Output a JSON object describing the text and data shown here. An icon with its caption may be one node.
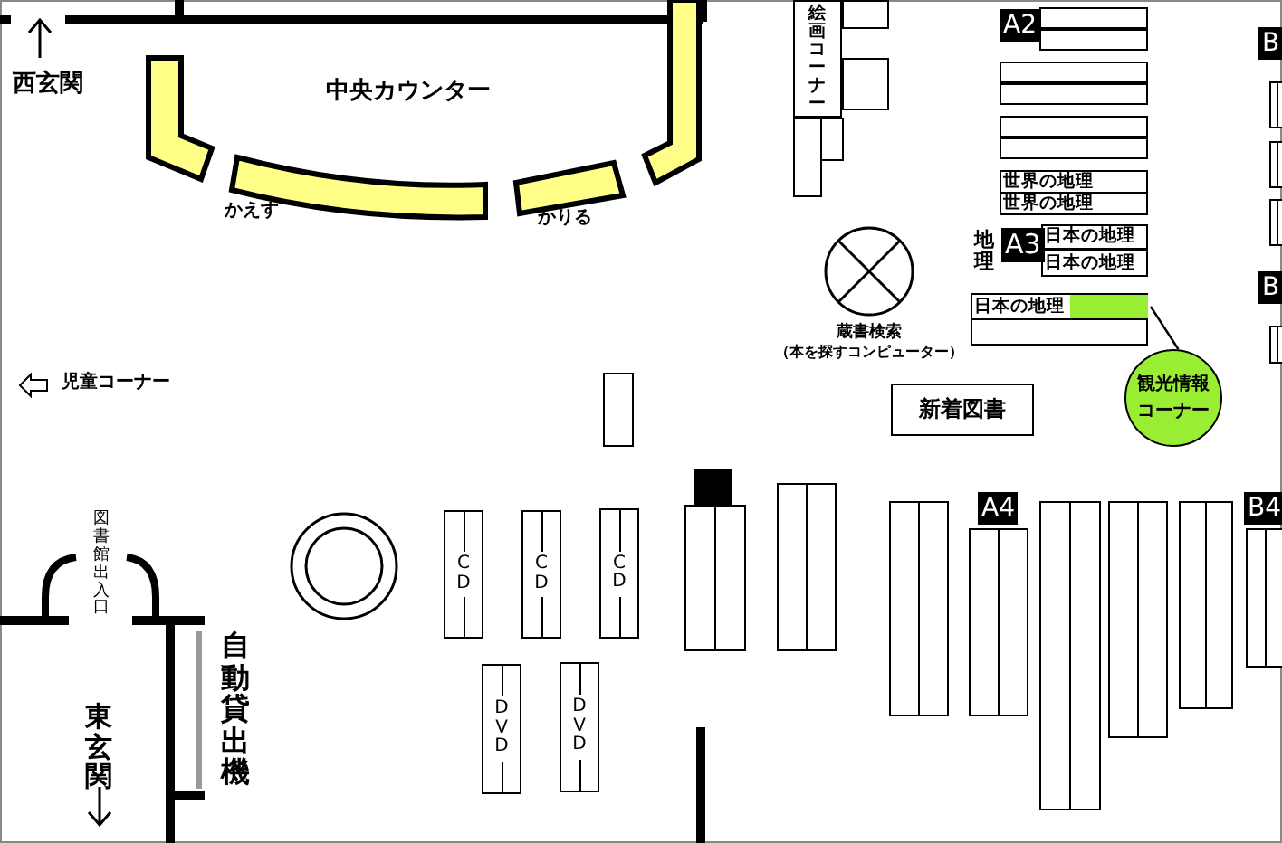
{
  "diagram": {
    "nodes": [
      {
        "text": [
          "絵画コーナー"
        ]
      },
      {
        "text": [],
        "shape": "box"
      },
      {
        "text": [],
        "shape": "box"
      },
      {
        "text": [],
        "shape": "box"
      },
      {
        "text": [],
        "shape": "box"
      },
      {
        "text": [],
        "shape": "box"
      },
      {
        "text": [],
        "shape": "box"
      },
      {
        "text": [
          "世界の地理"
        ]
      },
      {
        "text": [
          "世界の地理"
        ]
      },
      {
        "text": [
          "日本の地理"
        ]
      },
      {
        "text": [
          "日本の地理"
        ]
      },
      {
        "text": [
          "日本の地理"
        ]
      },
      {
        "text": [],
        "shape": "box",
        "in": 11
      },
      {
        "text": [],
        "shape": "box"
      },
      {
        "text": [],
        "shape": "circle",
        "beside": [
          "蔵書検索",
          "（本を探すコンピューター）"
        ]
      },
      {
        "text": [
          "新着図書"
        ]
      },
      {
        "text": [
          "観光情報コーナー"
        ]
      },
      {
        "text": [
          "CD"
        ]
      },
      {
        "text": [
          "CD"
        ]
      },
      {
        "text": [
          "CD"
        ]
      },
      {
        "text": [
          "DVD"
        ]
      },
      {
        "text": [
          "DVD"
        ]
      }
    ],
    "edges": [
      {
        "from": 16,
        "to": 12,
        "arrow": "none"
      }
    ],
    "labels": [
      "西玄関",
      "中央カウンター",
      "かえす",
      "かりる",
      "A2",
      "児童コーナー",
      "地理",
      "A3",
      "B",
      "B",
      "図書館出入口",
      "A4",
      "B4",
      "自動貸出機",
      "東玄関"
    ]
  }
}
